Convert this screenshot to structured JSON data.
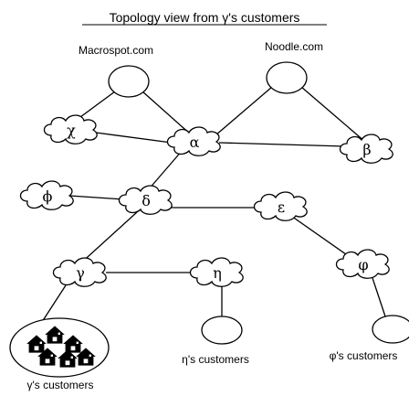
{
  "title": "Topology view from γ's customers",
  "sites": {
    "macrospot": "Macrospot.com",
    "noodle": "Noodle.com"
  },
  "nodes": {
    "alpha": "α",
    "beta": "β",
    "chi": "χ",
    "delta": "δ",
    "phi": "ϕ",
    "epsilon": "ε",
    "gamma": "γ",
    "eta": "η",
    "varphi": "φ"
  },
  "customers": {
    "gamma": "γ's customers",
    "eta": "η's customers",
    "varphi": "φ's customers"
  },
  "icons": [
    "cloud-icon",
    "ellipse-icon",
    "houses-icon"
  ]
}
